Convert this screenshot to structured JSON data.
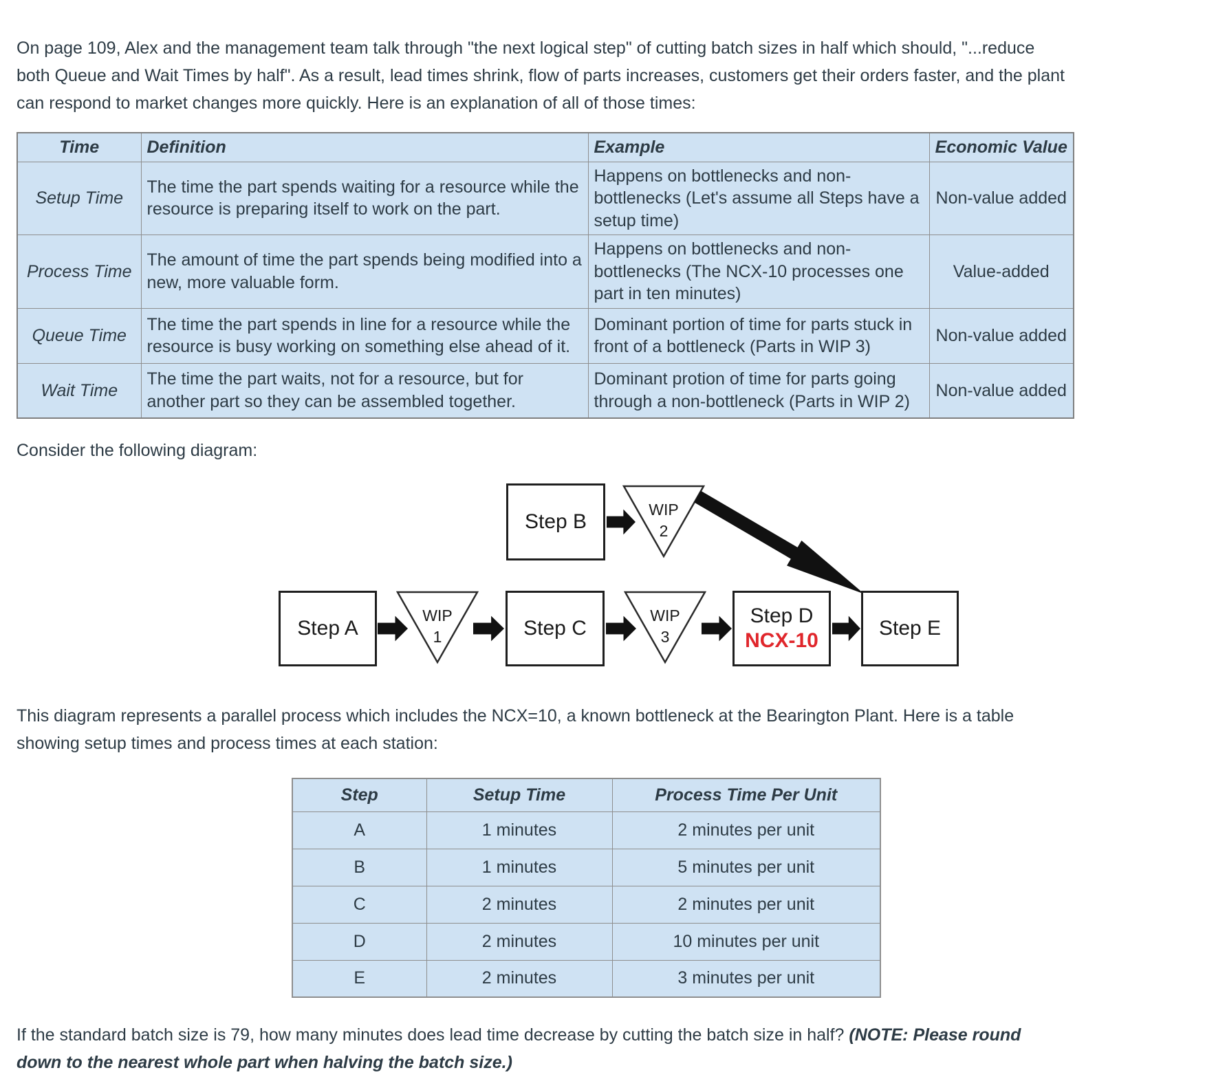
{
  "page": {
    "intro_paragraph": "On page 109, Alex and the management team talk through \"the next logical step\" of cutting batch sizes in half which should, \"...reduce both Queue and Wait Times by half\". As a result, lead times shrink, flow of parts increases, customers get their orders faster, and the plant can respond to market changes more quickly. Here is an explanation of all of those times:",
    "consider_text": "Consider the following diagram:",
    "diagram_caption": "This diagram represents a parallel process which includes the NCX=10, a known bottleneck at the Bearington Plant. Here is a table showing setup times and process times at each station:",
    "question_text": "If the standard batch size is 79, how many minutes does lead time decrease by cutting the batch size in half? ",
    "question_note": "(NOTE: Please round down to the nearest whole part when halving the batch size.)"
  },
  "times_table": {
    "headers": {
      "time": "Time",
      "definition": "Definition",
      "example": "Example",
      "economic_value": "Economic Value"
    },
    "rows": [
      {
        "time": "Setup Time",
        "definition": "The time the part spends waiting for a resource while the resource is preparing itself to work on the part.",
        "example": "Happens on bottlenecks and non-bottlenecks (Let's assume all Steps have a setup time)",
        "economic_value": "Non-value added"
      },
      {
        "time": "Process Time",
        "definition": "The amount of time the part spends being modified into a new, more valuable form.",
        "example": "Happens on bottlenecks and non-bottlenecks (The NCX-10 processes one part in ten minutes)",
        "economic_value": "Value-added"
      },
      {
        "time": "Queue Time",
        "definition": "The time the part spends in line for a resource while the resource is busy working on something else ahead of it.",
        "example": "Dominant portion of time for parts stuck in front of a bottleneck (Parts in WIP 3)",
        "economic_value": "Non-value added"
      },
      {
        "time": "Wait Time",
        "definition": "The time the part waits, not for a resource, but for another part so they can be assembled together.",
        "example": "Dominant protion of time for parts going through a non-bottleneck (Parts in WIP 2)",
        "economic_value": "Non-value added"
      }
    ]
  },
  "diagram": {
    "steps": {
      "a": "Step A",
      "b": "Step B",
      "c": "Step C",
      "d_line1": "Step D",
      "d_line2": "NCX-10",
      "e": "Step E"
    },
    "wip_label": "WIP",
    "wip_numbers": {
      "wip1": "1",
      "wip2": "2",
      "wip3": "3"
    }
  },
  "station_table": {
    "headers": {
      "step": "Step",
      "setup_time": "Setup Time",
      "process_time": "Process Time Per Unit"
    },
    "rows": [
      {
        "step": "A",
        "setup_time": "1 minutes",
        "process_time": "2 minutes per unit"
      },
      {
        "step": "B",
        "setup_time": "1 minutes",
        "process_time": "5 minutes per unit"
      },
      {
        "step": "C",
        "setup_time": "2 minutes",
        "process_time": "2 minutes per unit"
      },
      {
        "step": "D",
        "setup_time": "2 minutes",
        "process_time": "10 minutes per unit"
      },
      {
        "step": "E",
        "setup_time": "2 minutes",
        "process_time": "3 minutes per unit"
      }
    ]
  },
  "colors": {
    "table_cell_bg": "#cfe2f3",
    "table_border": "#8e8e8e",
    "body_text": "#2d3b45",
    "ncx_red": "#e0262b",
    "arrow_black": "#111111"
  }
}
